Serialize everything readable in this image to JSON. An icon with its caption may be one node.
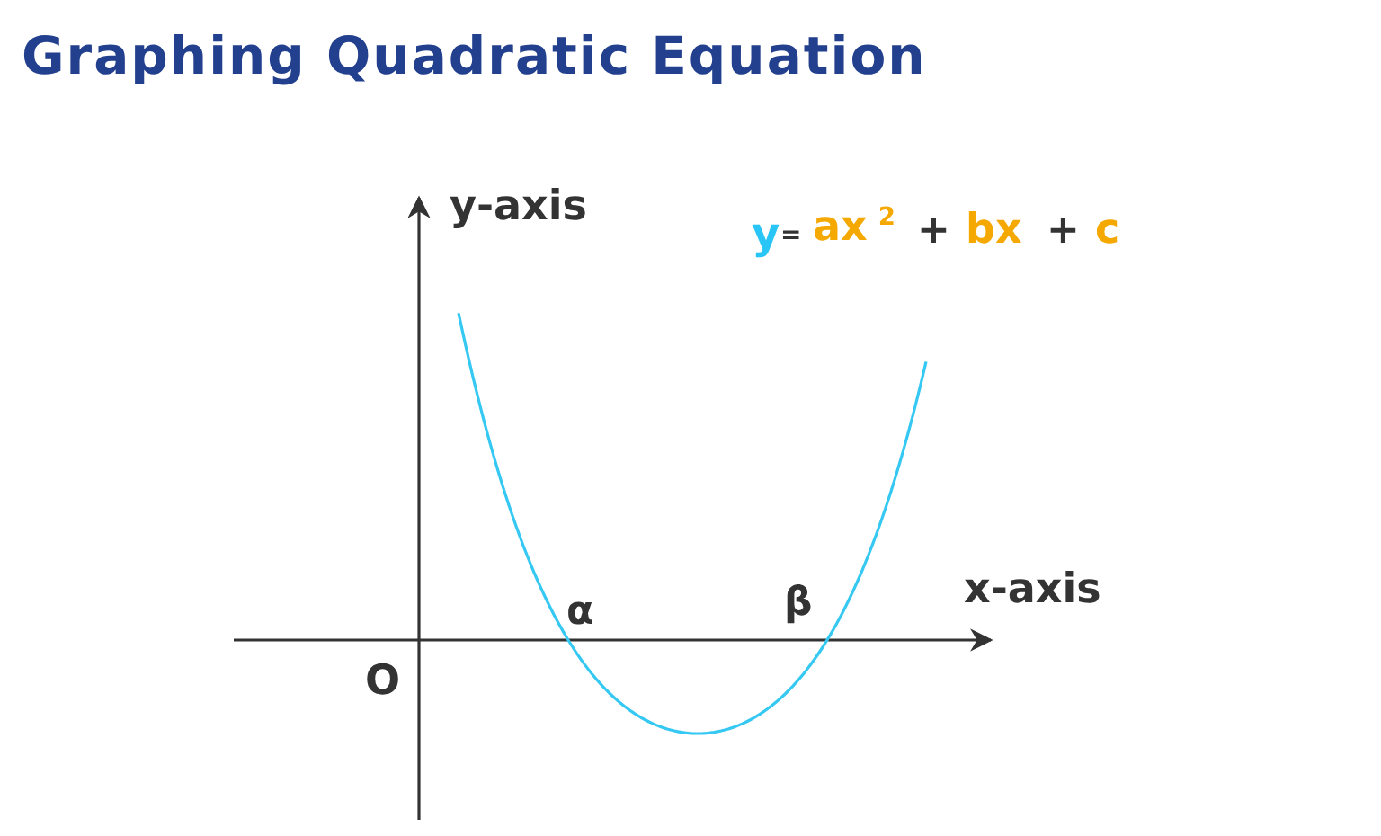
{
  "diagram": {
    "title": "Graphing Quadratic Equation",
    "labels": [
      "y-axis",
      "y",
      "=",
      "ax$^{2}$",
      "+",
      "bx",
      "+",
      "c",
      "x-axis",
      "O",
      "α",
      "β"
    ]
  }
}
